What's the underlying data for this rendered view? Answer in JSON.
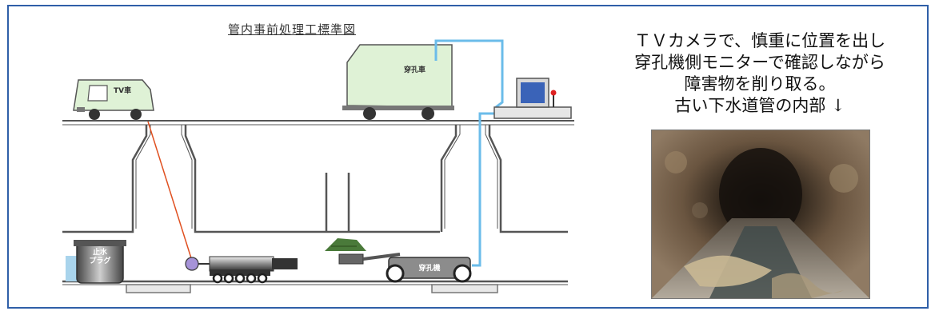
{
  "diagram": {
    "title": "管内事前処理工標準図",
    "labels": {
      "tv_truck": "TV車",
      "drill_truck": "穿孔車",
      "plug_line1": "止水",
      "plug_line2": "プラグ",
      "drill_machine": "穿孔機"
    }
  },
  "description": {
    "lines": [
      "ＴＶカメラで、慎重に位置を出し",
      "穿孔機側モニターで確認しながら",
      "障害物を削り取る。",
      "古い下水道管の内部 ↓"
    ]
  },
  "colors": {
    "frame": "#2f5fa8",
    "truck_body": "#dff2d6",
    "cable_orange": "#e05020",
    "cable_blue": "#6bbcea",
    "machine_gray": "#8c8c8c"
  }
}
